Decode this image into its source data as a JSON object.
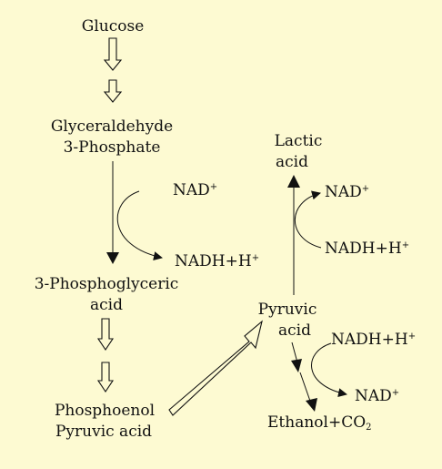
{
  "colors": {
    "background": "#fdfad2",
    "ink": "#111111"
  },
  "labels": {
    "glucose": "Glucose",
    "g3p_line1": "Glyceraldehyde",
    "g3p_line2": "3-Phosphate",
    "nad_1": "NAD",
    "nadh_1": "NADH+H",
    "pga_line1": "3-Phosphoglyceric",
    "pga_line2": "acid",
    "pep_line1": "Phosphoenol",
    "pep_line2": "Pyruvic acid",
    "lactic_line1": "Lactic",
    "lactic_line2": "acid",
    "nad_2": "NAD",
    "nadh_2": "NADH+H",
    "pyruvic_line1": "Pyruvic",
    "pyruvic_line2": "acid",
    "nadh_3": "NADH+H",
    "nad_3": "NAD",
    "ethanol": "Ethanol+CO",
    "plus_sup": "+",
    "co2_sub": "2"
  }
}
